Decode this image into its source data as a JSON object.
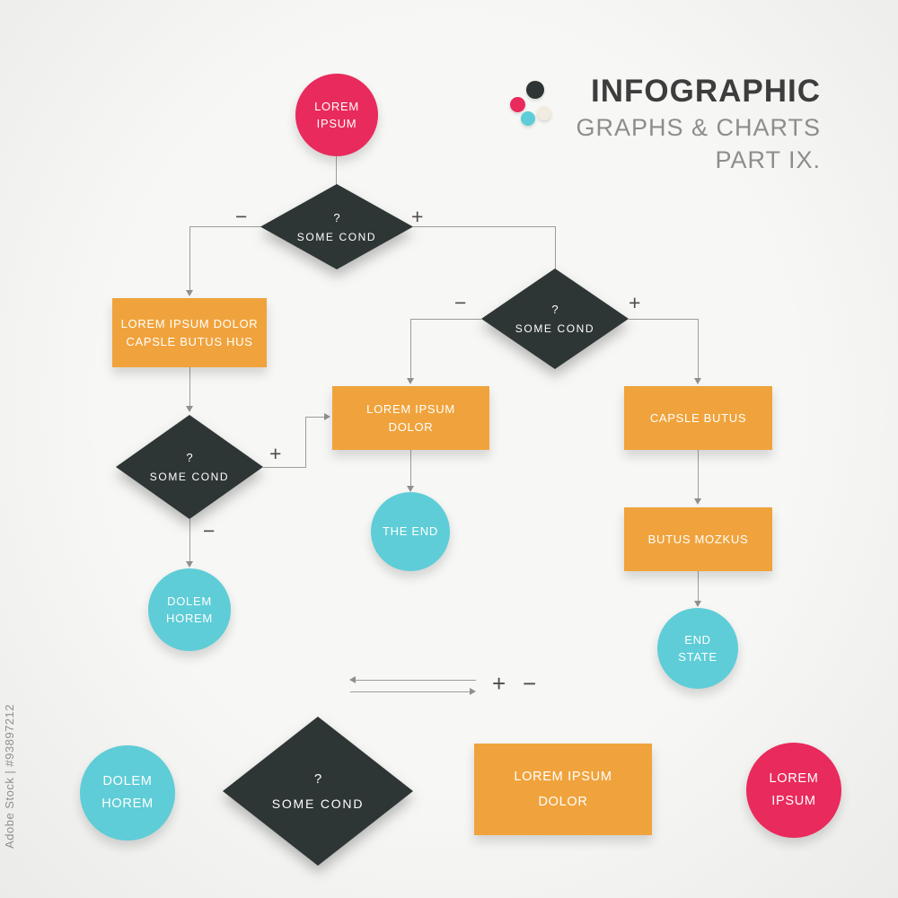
{
  "watermark": "Adobe Stock | #93897212",
  "header": {
    "title": "INFOGRAPHIC",
    "subtitle": "GRAPHS & CHARTS",
    "part": "PART IX."
  },
  "colors": {
    "pink": "#e92a5c",
    "teal": "#5ecdd7",
    "orange": "#f0a33c",
    "dark": "#2e3535",
    "connector": "#9c9c9c",
    "background": "#f4f4f2"
  },
  "signs": {
    "plus": "+",
    "minus": "−"
  },
  "flow": {
    "start": "LOREM\nIPSUM",
    "decision1": {
      "q": "?",
      "label": "SOME COND"
    },
    "process1": "LOREM IPSUM DOLOR\nCAPSLE BUTUS HUS",
    "decision2": {
      "q": "?",
      "label": "SOME COND"
    },
    "end1": "DOLEM\nHOREM",
    "process2": "LOREM IPSUM\nDOLOR",
    "end2": "THE END",
    "decision3": {
      "q": "?",
      "label": "SOME COND"
    },
    "process3": "CAPSLE BUTUS",
    "process4": "BUTUS MOZKUS",
    "end3": "END\nSTATE"
  },
  "legend": {
    "plus": "+",
    "minus": "−"
  },
  "bottom": {
    "circle1": "DOLEM\nHOREM",
    "decision": {
      "q": "?",
      "label": "SOME COND"
    },
    "rect": "LOREM IPSUM\nDOLOR",
    "circle2": "LOREM\nIPSUM"
  }
}
